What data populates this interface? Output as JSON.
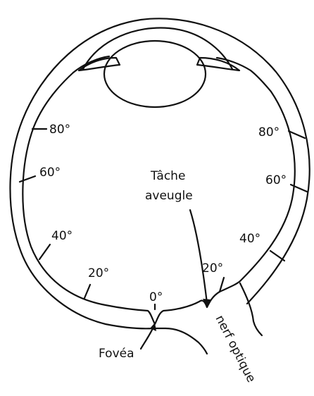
{
  "diagram": {
    "angle_marks": {
      "left": [
        "80°",
        "60°",
        "40°",
        "20°"
      ],
      "center": "0°",
      "right": [
        "80°",
        "60°",
        "40°",
        "20°"
      ]
    },
    "labels": {
      "blind_spot_line1": "Tâche",
      "blind_spot_line2": "aveugle",
      "fovea": "Fovéa",
      "optic_nerve": "nerf optique"
    }
  }
}
